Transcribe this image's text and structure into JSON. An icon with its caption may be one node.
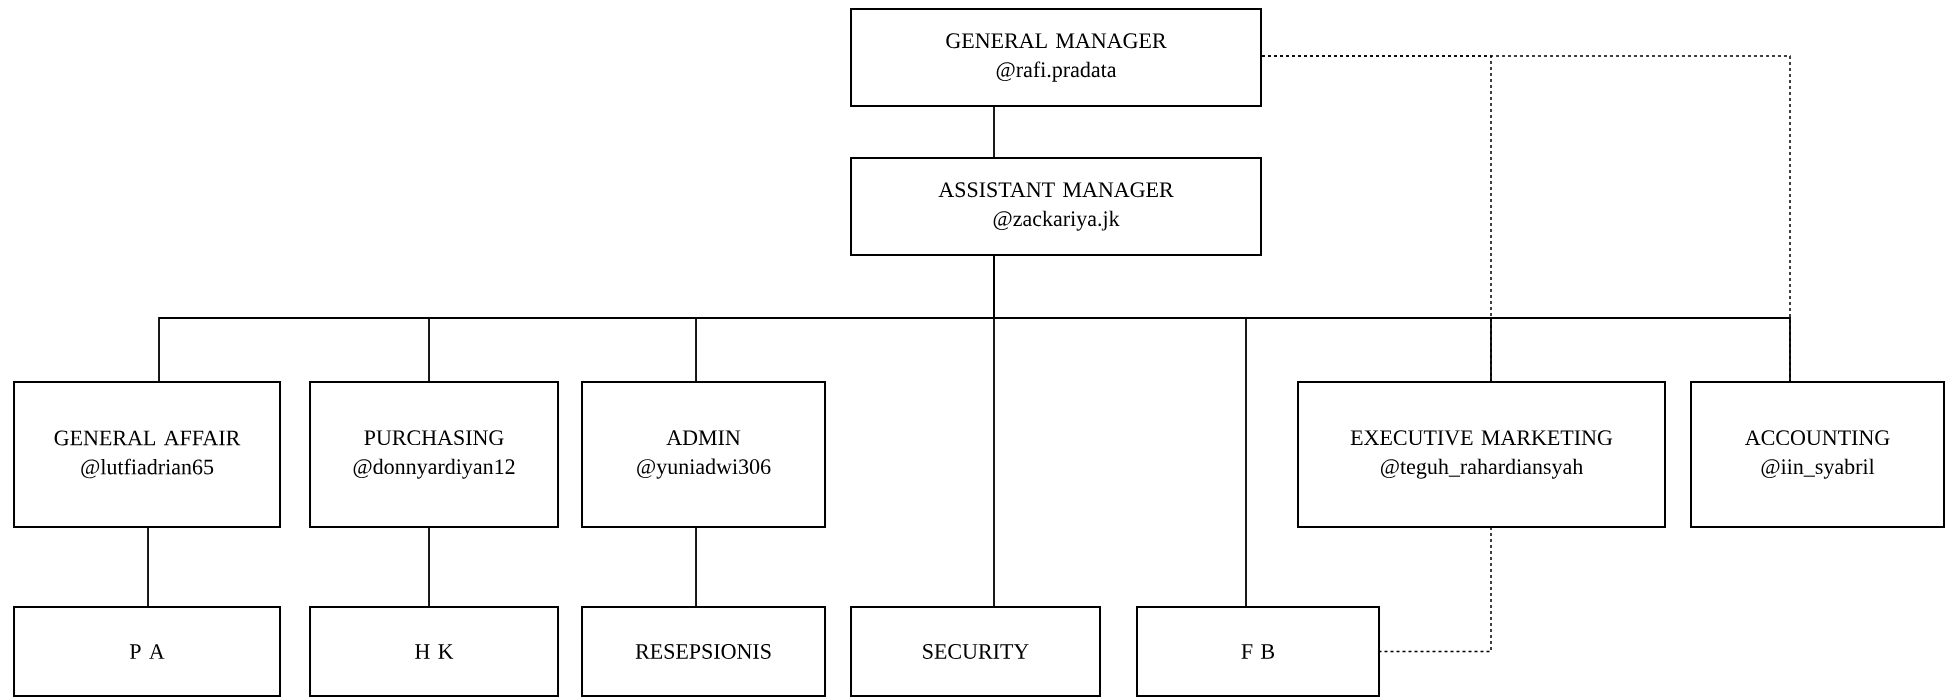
{
  "diagram": {
    "nodes": [
      {
        "text": [
          "GENERAL MANAGER",
          "@rafi.pradata"
        ]
      },
      {
        "text": [
          "ASSISTANT MANAGER",
          "@zackariya.jk"
        ]
      },
      {
        "text": [
          "GENERAL AFFAIR",
          "@lutfiadrian65"
        ]
      },
      {
        "text": [
          "PURCHASING",
          "@donnyardiyan12"
        ]
      },
      {
        "text": [
          "ADMIN",
          "@yuniadwi306"
        ]
      },
      {
        "text": [
          "EXECUTIVE MARKETING",
          "@teguh_rahardiansyah"
        ]
      },
      {
        "text": [
          "ACCOUNTING",
          "@iin_syabril"
        ]
      },
      {
        "text": [
          "P A"
        ]
      },
      {
        "text": [
          "H K"
        ]
      },
      {
        "text": [
          "RESEPSIONIS"
        ]
      },
      {
        "text": [
          "SECURITY"
        ]
      },
      {
        "text": [
          "F B"
        ]
      }
    ],
    "edges": [
      {
        "from": 0,
        "to": 1,
        "arrow": "none"
      },
      {
        "from": 1,
        "to": 2,
        "arrow": "none"
      },
      {
        "from": 1,
        "to": 3,
        "arrow": "none"
      },
      {
        "from": 1,
        "to": 4,
        "arrow": "none"
      },
      {
        "from": 1,
        "to": 10,
        "arrow": "none"
      },
      {
        "from": 1,
        "to": 11,
        "arrow": "none"
      },
      {
        "from": 1,
        "to": 5,
        "arrow": "none"
      },
      {
        "from": 1,
        "to": 6,
        "arrow": "none"
      },
      {
        "from": 0,
        "to": 5,
        "arrow": "none",
        "style": "dashed"
      },
      {
        "from": 0,
        "to": 6,
        "arrow": "none",
        "style": "dashed"
      },
      {
        "from": 5,
        "to": 11,
        "arrow": "none",
        "style": "dashed"
      },
      {
        "from": 2,
        "to": 7,
        "arrow": "none"
      },
      {
        "from": 3,
        "to": 8,
        "arrow": "none"
      },
      {
        "from": 4,
        "to": 9,
        "arrow": "none"
      }
    ]
  }
}
